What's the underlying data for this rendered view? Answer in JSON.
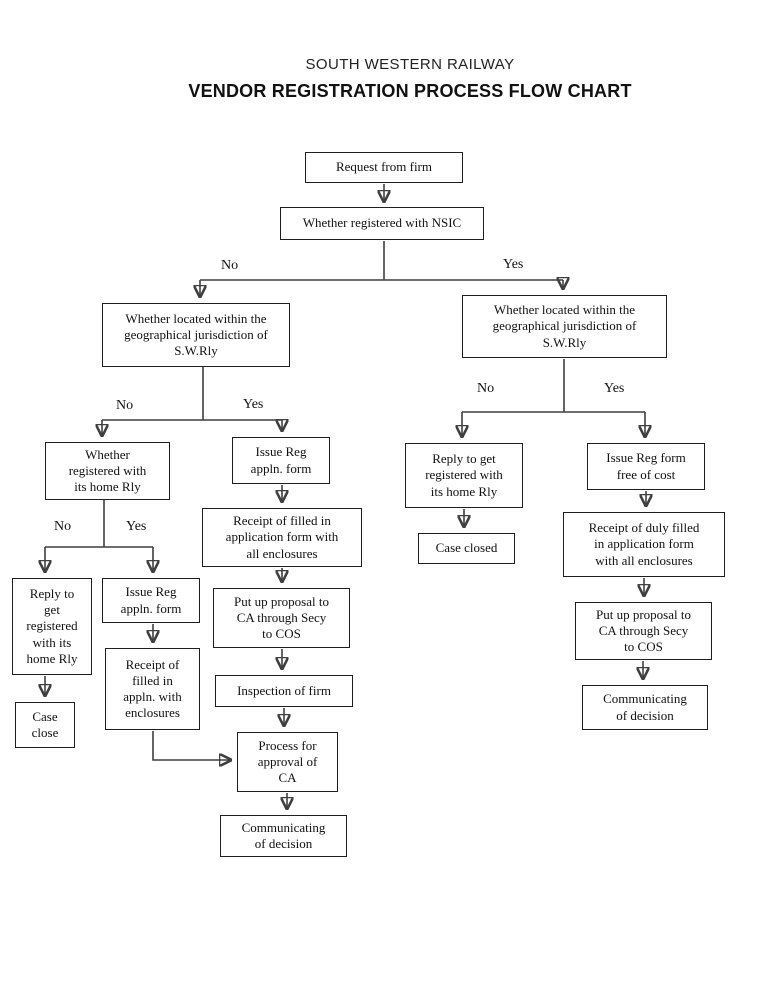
{
  "header": {
    "org": "SOUTH WESTERN RAILWAY",
    "title": "VENDOR REGISTRATION PROCESS FLOW CHART"
  },
  "nodes": {
    "request_from_firm": {
      "text": "Request from firm"
    },
    "registered_with_nsic": {
      "text": "Whether registered with NSIC"
    },
    "jurisdiction_left": {
      "text": "Whether located within the\ngeographical jurisdiction of\nS.W.Rly"
    },
    "jurisdiction_right": {
      "text": "Whether located within the\ngeographical jurisdiction of\nS.W.Rly"
    },
    "registered_home_rly": {
      "text": "Whether\nregistered with\nits home Rly"
    },
    "issue_reg_appln_left": {
      "text": "Issue Reg\nappln. form"
    },
    "reply_get_registered_left": {
      "text": "Reply to\nget\nregistered\nwith its\nhome Rly"
    },
    "issue_reg_appln_inner": {
      "text": "Issue Reg\nappln. form"
    },
    "case_close": {
      "text": "Case\nclose"
    },
    "receipt_appln_enclosures": {
      "text": "Receipt of\nfilled in\nappln. with\nenclosures"
    },
    "receipt_application_all": {
      "text": "Receipt of filled in\napplication form with\nall enclosures"
    },
    "proposal_ca_left": {
      "text": "Put up proposal to\nCA through Secy\nto COS"
    },
    "inspection_of_firm": {
      "text": "Inspection of firm"
    },
    "process_approval_ca": {
      "text": "Process for\napproval of\nCA"
    },
    "communicating_left": {
      "text": "Communicating\nof decision"
    },
    "reply_get_registered_right": {
      "text": "Reply to get\nregistered with\nits home Rly"
    },
    "case_closed": {
      "text": "Case closed"
    },
    "issue_reg_form_free": {
      "text": "Issue Reg form\nfree of cost"
    },
    "receipt_duly_filled": {
      "text": "Receipt of duly filled\nin application form\nwith all enclosures"
    },
    "proposal_ca_right": {
      "text": "Put up proposal to\nCA through Secy\nto COS"
    },
    "communicating_right": {
      "text": "Communicating\nof decision"
    }
  },
  "labels": {
    "nsic_no": "No",
    "nsic_yes": "Yes",
    "jurisdiction_left_no": "No",
    "jurisdiction_left_yes": "Yes",
    "home_rly_no": "No",
    "home_rly_yes": "Yes",
    "jurisdiction_right_no": "No",
    "jurisdiction_right_yes": "Yes"
  },
  "colors": {
    "background": "#ffffff",
    "box_border": "#1f1f1f",
    "line": "#3f3f3f",
    "arrowhead": "#111111",
    "text": "#111111"
  }
}
